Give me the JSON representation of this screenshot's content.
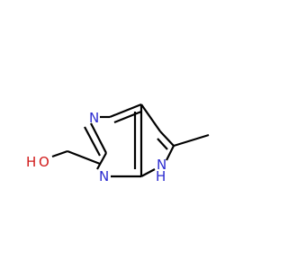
{
  "molecule": {
    "colors": {
      "bond": "#000000",
      "nitrogen": "#2b2bd0",
      "oxygen": "#d11a1a"
    },
    "atoms": {
      "n_upper": "N",
      "n_lower": "N",
      "n_pyrrole": "N",
      "h_pyrrole": "H",
      "o_hydroxyl": "O",
      "h_hydroxyl": "H"
    }
  }
}
